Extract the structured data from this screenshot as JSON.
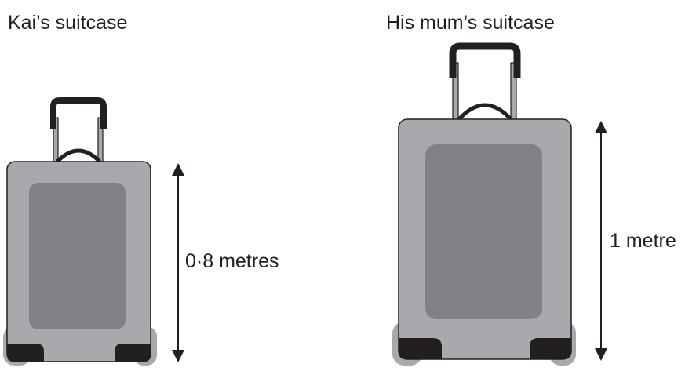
{
  "diagram": {
    "kai": {
      "title": "Kai’s suitcase",
      "height_label": "0·8 metres",
      "height_metres": 0.8
    },
    "mum": {
      "title": "His mum’s suitcase",
      "height_label": "1 metre",
      "height_metres": 1
    },
    "colors": {
      "case_body": "#a7a9ac",
      "case_panel": "#808285",
      "case_outline": "#231f20",
      "handle_grip": "#231f20",
      "handle_rod": "#a7a9ac",
      "wheel": "#a7a9ac",
      "corner_guard": "#231f20",
      "arrow": "#231f20"
    }
  }
}
